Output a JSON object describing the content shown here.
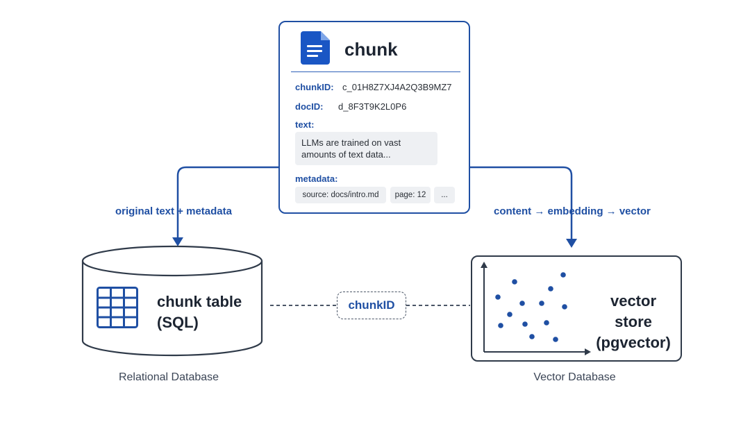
{
  "chunk": {
    "title": "chunk",
    "fields": [
      {
        "label": "chunkID:",
        "value": "c_01H8Z7XJ4A2Q3B9MZ7"
      },
      {
        "label": "docID:",
        "value": "d_8F3T9K2L0P6"
      }
    ],
    "text_label": "text:",
    "text_value": "LLMs are trained on vast amounts of text data...",
    "metadata_label": "metadata:",
    "metadata_chips": [
      "source: docs/intro.md",
      "page: 12",
      "..."
    ]
  },
  "flows": {
    "left": "original text + metadata",
    "right": "content → embedding → vector"
  },
  "relational_db": {
    "title_line1": "chunk table",
    "title_line2": "(SQL)",
    "caption": "Relational Database"
  },
  "vector_db": {
    "title_line1": "vector store",
    "title_line2": "(pgvector)",
    "caption": "Vector Database"
  },
  "link": {
    "label": "chunkID"
  },
  "colors": {
    "accent": "#1f4fa3",
    "dark": "#2f3a49",
    "text": "#1c2431"
  },
  "icons": {
    "document": "document-icon",
    "table": "table-grid-icon",
    "scatter": "scatter-plot-icon"
  }
}
